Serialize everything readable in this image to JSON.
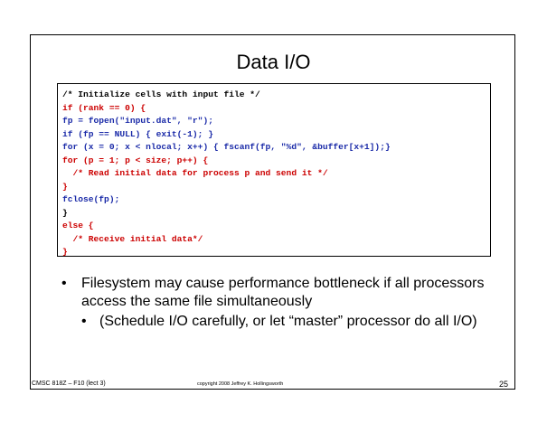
{
  "slide": {
    "title": "Data I/O",
    "code_lines": [
      {
        "text": "/* Initialize cells with input file */",
        "color": "black"
      },
      {
        "text": "if (rank == 0) {",
        "color": "red"
      },
      {
        "text": "fp = fopen(\"input.dat\", \"r\");",
        "color": "blue"
      },
      {
        "text": "if (fp == NULL) { exit(-1); }",
        "color": "blue"
      },
      {
        "text": "for (x = 0; x < nlocal; x++) { fscanf(fp, \"%d\", &buffer[x+1]);}",
        "color": "blue"
      },
      {
        "text": "for (p = 1; p < size; p++) {",
        "color": "red"
      },
      {
        "text": "  /* Read initial data for process p and send it */",
        "color": "red"
      },
      {
        "text": "}",
        "color": "red"
      },
      {
        "text": "fclose(fp);",
        "color": "blue"
      },
      {
        "text": "}",
        "color": "black"
      },
      {
        "text": "else {",
        "color": "red"
      },
      {
        "text": "  /* Receive initial data*/",
        "color": "red"
      },
      {
        "text": "}",
        "color": "red"
      }
    ],
    "bullet": {
      "marker": "•",
      "text": "Filesystem may cause performance bottleneck if all processors access the same file simultaneously",
      "sub_marker": "•",
      "sub_text": "(Schedule I/O carefully, or let “master” processor do all I/O)"
    },
    "footer": {
      "left": "CMSC 818Z – F10 (lect 3)",
      "center": "copyright 2008 Jeffrey K. Hollingsworth",
      "page_number": "25"
    }
  }
}
